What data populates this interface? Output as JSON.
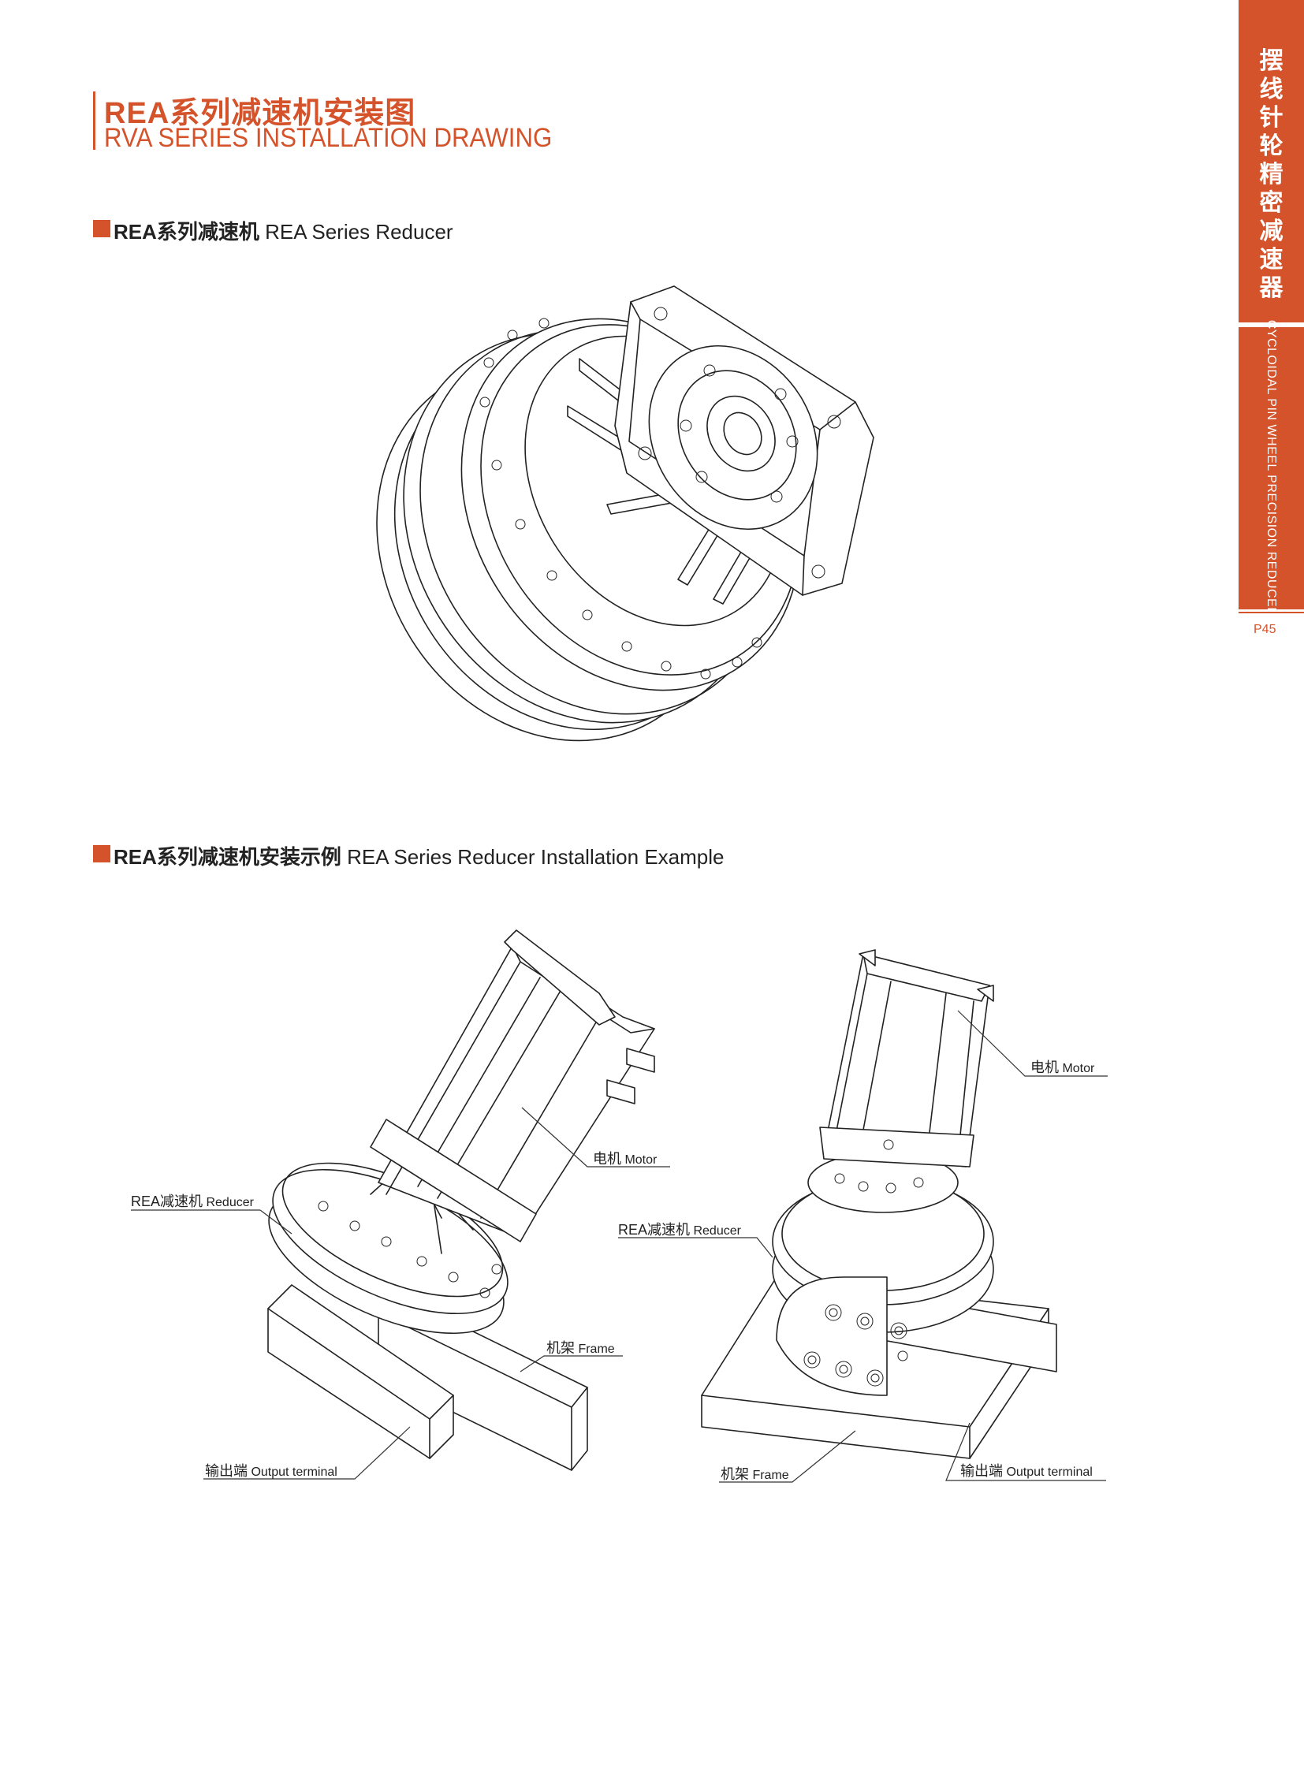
{
  "header": {
    "title_cn": "REA系列减速机安装图",
    "title_en": "RVA SERIES INSTALLATION DRAWING"
  },
  "section1": {
    "title_cn": "REA系列减速机",
    "title_en": " REA Series Reducer"
  },
  "section2": {
    "title_cn": "REA系列减速机安装示例",
    "title_en": " REA Series Reducer Installation Example"
  },
  "side_tab": {
    "chars": [
      "摆",
      "线",
      "针",
      "轮",
      "精",
      "密",
      "减",
      "速",
      "器"
    ],
    "en": "CYCLOIDAL PIN WHEEL PRECISION REDUCER",
    "page": "P45"
  },
  "example_left": {
    "motor": {
      "cn": "电机",
      "en": " Motor"
    },
    "reducer": {
      "cn": "REA减速机",
      "en": " Reducer"
    },
    "frame": {
      "cn": "机架",
      "en": " Frame"
    },
    "output": {
      "cn": "输出端",
      "en": " Output terminal"
    }
  },
  "example_right": {
    "motor": {
      "cn": "电机",
      "en": " Motor"
    },
    "reducer": {
      "cn": "REA减速机",
      "en": " Reducer"
    },
    "frame": {
      "cn": "机架",
      "en": " Frame"
    },
    "output": {
      "cn": "输出端",
      "en": " Output terminal"
    }
  }
}
